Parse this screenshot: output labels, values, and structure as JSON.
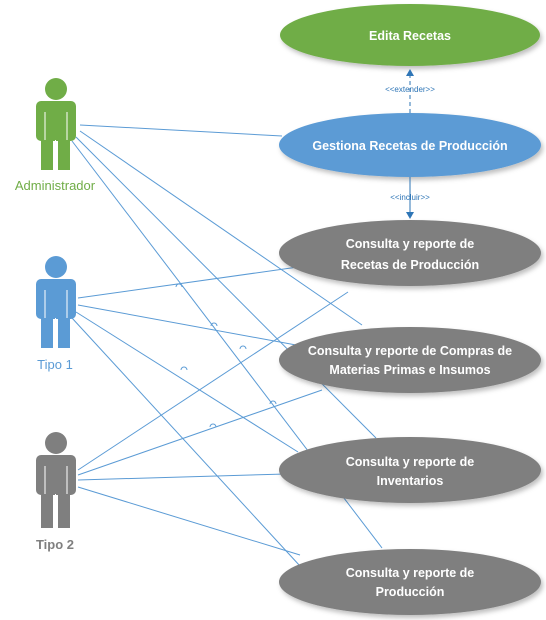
{
  "actors": [
    {
      "key": "admin",
      "label": "Administrador",
      "color": "#70ad47"
    },
    {
      "key": "tipo1",
      "label": "Tipo 1",
      "color": "#5b9bd5"
    },
    {
      "key": "tipo2",
      "label": "Tipo 2",
      "color": "#7f7f7f"
    }
  ],
  "use_cases": {
    "edita": {
      "lines": [
        "Edita Recetas"
      ],
      "color": "#70ad47"
    },
    "gestiona": {
      "lines": [
        "Gestiona Recetas de Producción"
      ],
      "color": "#5b9bd5"
    },
    "recetas": {
      "lines": [
        "Consulta y reporte de",
        "Recetas de Producción"
      ],
      "color": "#7f7f7f"
    },
    "compras": {
      "lines": [
        "Consulta y reporte de  Compras de",
        "Materias Primas e Insumos"
      ],
      "color": "#7f7f7f"
    },
    "inventarios": {
      "lines": [
        "Consulta y reporte de",
        "Inventarios"
      ],
      "color": "#7f7f7f"
    },
    "produccion": {
      "lines": [
        "Consulta y reporte de",
        "Producción"
      ],
      "color": "#7f7f7f"
    }
  },
  "relations": {
    "extender_label": "<<extender>>",
    "incluir_label": "<<incluir>>"
  },
  "colors": {
    "line": "#5b9bd5"
  }
}
